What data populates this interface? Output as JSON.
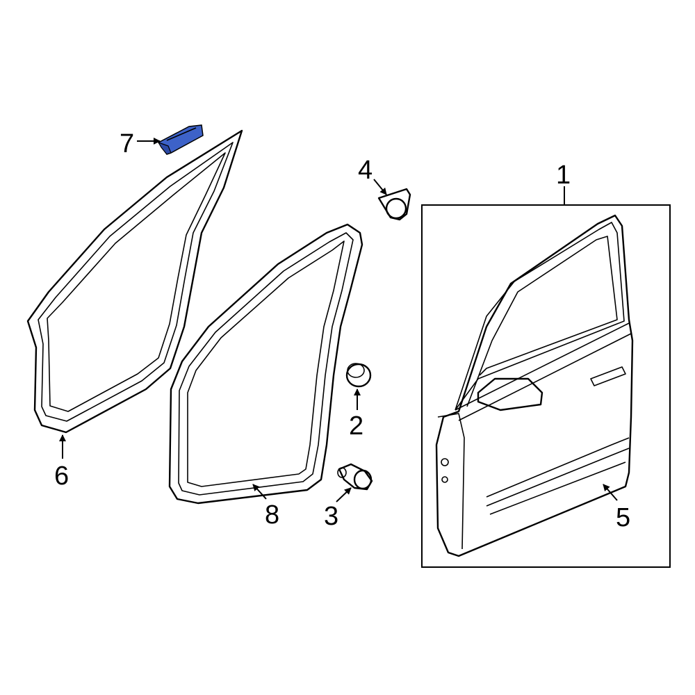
{
  "diagram": {
    "highlight_color": "#3d62c8",
    "callouts": [
      {
        "id": "1",
        "label": "1"
      },
      {
        "id": "2",
        "label": "2"
      },
      {
        "id": "3",
        "label": "3"
      },
      {
        "id": "4",
        "label": "4"
      },
      {
        "id": "5",
        "label": "5"
      },
      {
        "id": "6",
        "label": "6"
      },
      {
        "id": "7",
        "label": "7"
      },
      {
        "id": "8",
        "label": "8"
      }
    ]
  }
}
